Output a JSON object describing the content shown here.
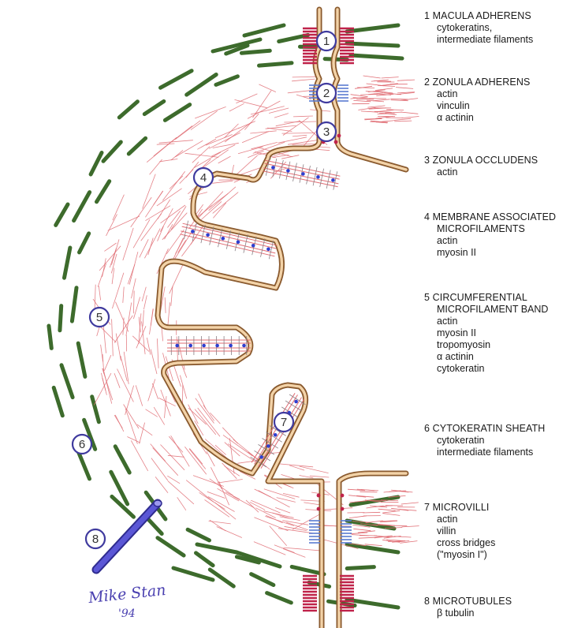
{
  "figure": {
    "markers": [
      "1",
      "2",
      "3",
      "4",
      "5",
      "6",
      "7",
      "8"
    ],
    "signature": "Mike Stan",
    "signature_year": "'94"
  },
  "legend": [
    {
      "title": "1 MACULA ADHERENS",
      "lines": [
        "cytokeratins,",
        "intermediate filaments"
      ]
    },
    {
      "title": "2 ZONULA ADHERENS",
      "lines": [
        "actin",
        "vinculin",
        "α actinin"
      ]
    },
    {
      "title": "3 ZONULA OCCLUDENS",
      "lines": [
        "actin"
      ]
    },
    {
      "title": "4 MEMBRANE ASSOCIATED",
      "lines": [
        "MICROFILAMENTS",
        "actin",
        "myosin II"
      ]
    },
    {
      "title": "5 CIRCUMFERENTIAL",
      "lines": [
        "MICROFILAMENT BAND",
        "actin",
        "myosin II",
        "tropomyosin",
        "α actinin",
        "cytokeratin"
      ]
    },
    {
      "title": "6 CYTOKERATIN SHEATH",
      "lines": [
        "cytokeratin",
        "intermediate filaments"
      ]
    },
    {
      "title": "7 MICROVILLI",
      "lines": [
        "actin",
        "villin",
        "cross bridges",
        "(\"myosin I\")"
      ]
    },
    {
      "title": "8 MICROTUBULES",
      "lines": [
        "β tubulin"
      ]
    }
  ],
  "colors": {
    "membrane": "#8a5a2e",
    "membrane_fill": "#f3d3a8",
    "actin": "#e06c73",
    "cytokeratin": "#3d6b2c",
    "microtubule": "#4b47c9",
    "marker_ring": "#3f3a9e",
    "desmosome": "#c0234a"
  }
}
